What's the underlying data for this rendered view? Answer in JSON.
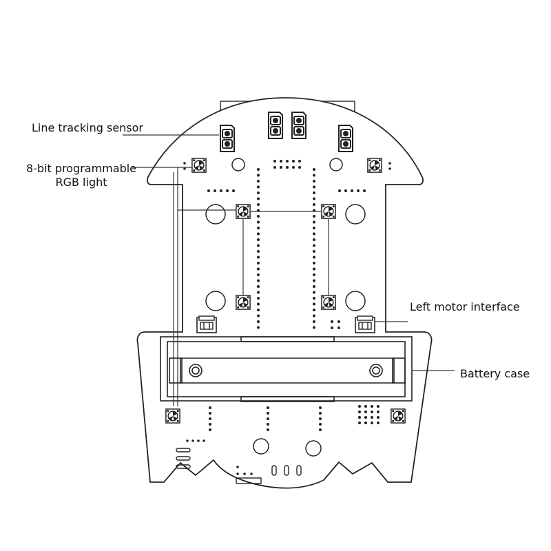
{
  "labels": {
    "line_tracking": "Line tracking sensor",
    "rgb_line1": "8-bit programmable",
    "rgb_line2": "RGB light",
    "left_motor": "Left motor interface",
    "battery": "Battery case"
  },
  "colors": {
    "stroke": "#222222",
    "background": "#ffffff"
  }
}
